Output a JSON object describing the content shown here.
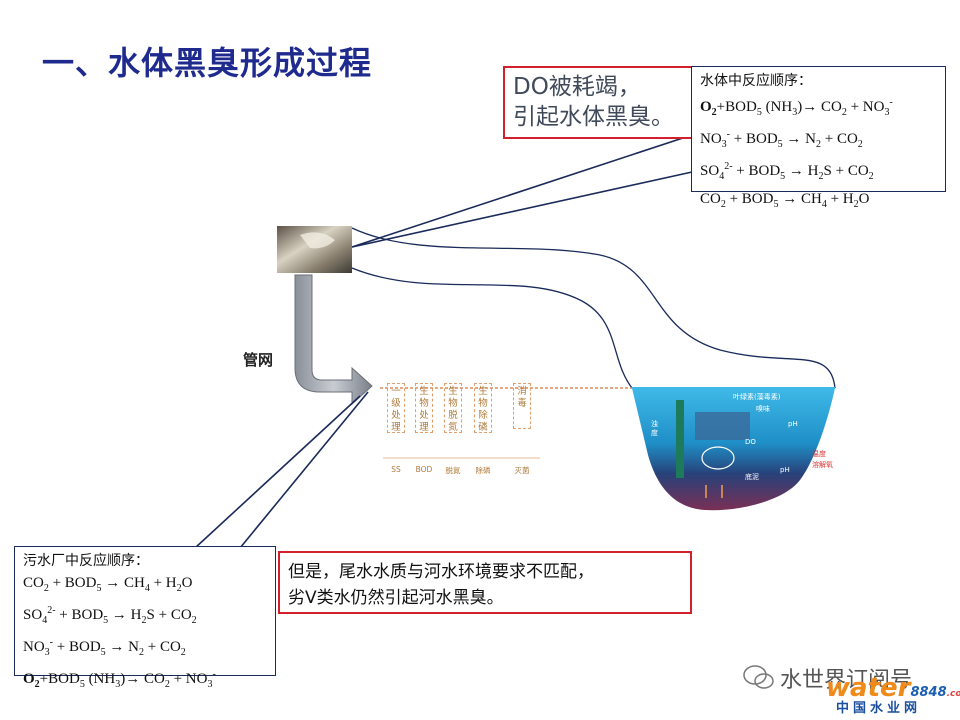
{
  "title": "一、水体黑臭形成过程",
  "do_box": {
    "line1": "DO被耗竭，",
    "line2": "引起水体黑臭。"
  },
  "water_box": {
    "header": "水体中反应顺序：",
    "r1_a": "O",
    "r1_b": "2",
    "r1_c": "+BOD",
    "r1_d": "5",
    "r1_e": " (NH",
    "r1_f": "3",
    "r1_g": ")→ CO",
    "r1_h": "2",
    "r1_i": " + NO",
    "r1_j": "3",
    "r1_k": "-",
    "r2_a": "NO",
    "r2_b": "3",
    "r2_c": "-",
    "r2_d": " + BOD",
    "r2_e": "5",
    "r2_f": " → N",
    "r2_g": "2",
    "r2_h": " + CO",
    "r2_i": "2",
    "r3_a": "SO",
    "r3_b": "4",
    "r3_c": "2-",
    "r3_d": " + BOD",
    "r3_e": "5",
    "r3_f": " → H",
    "r3_g": "2",
    "r3_h": "S + CO",
    "r3_i": "2",
    "r4_a": "CO",
    "r4_b": "2",
    "r4_c": " + BOD",
    "r4_d": "5",
    "r4_e": " → CH",
    "r4_f": "4",
    "r4_g": " + H",
    "r4_h": "2",
    "r4_i": "O"
  },
  "plant_box": {
    "header": "污水厂中反应顺序：",
    "r1_a": "CO",
    "r1_b": "2",
    "r1_c": " + BOD",
    "r1_d": "5",
    "r1_e": " → CH",
    "r1_f": "4",
    "r1_g": " + H",
    "r1_h": "2",
    "r1_i": "O",
    "r2_a": "SO",
    "r2_b": "4",
    "r2_c": "2-",
    "r2_d": " + BOD",
    "r2_e": "5",
    "r2_f": " → H",
    "r2_g": "2",
    "r2_h": "S + CO",
    "r2_i": "2",
    "r3_a": "NO",
    "r3_b": "3",
    "r3_c": "-",
    "r3_d": " + BOD",
    "r3_e": "5",
    "r3_f": " → N",
    "r3_g": "2",
    "r3_h": " + CO",
    "r3_i": "2",
    "r4_a": "O",
    "r4_b": "2",
    "r4_c": "+BOD",
    "r4_d": "5",
    "r4_e": " (NH",
    "r4_f": "3",
    "r4_g": ")→ CO",
    "r4_h": "2",
    "r4_i": " + NO",
    "r4_j": "3",
    "r4_k": "-"
  },
  "but_box": {
    "line1": "但是，尾水水质与河水环境要求不匹配，",
    "line2": "劣V类水仍然引起河水黑臭。"
  },
  "pipe_label": "管网",
  "stages": [
    {
      "text": "一级处理",
      "label": "SS"
    },
    {
      "text": "生物处理",
      "label": "BOD"
    },
    {
      "text": "生物脱氮",
      "label": "脱氮"
    },
    {
      "text": "生物除磷",
      "label": "除磷"
    },
    {
      "text": "消毒",
      "label": "灭菌"
    }
  ],
  "river_labels": {
    "top": "叶绿素(藻毒素)",
    "smell": "嗅味",
    "ph": "pH",
    "transparency": "浊 度",
    "do": "DO",
    "temp": "温度",
    "dissolved": "溶解氧",
    "ph2": "pH",
    "sediment": "底泥"
  },
  "watermark": {
    "text": "水世界订阅号",
    "logo_main": "water",
    "logo_num": "8848",
    "logo_dom": ".com",
    "sub": "中国水业网"
  },
  "colors": {
    "title": "#1f2a8f",
    "red_box": "#d3202e",
    "navy_line": "#1a2a5a",
    "arrow_gray": "#7a7f8a"
  }
}
